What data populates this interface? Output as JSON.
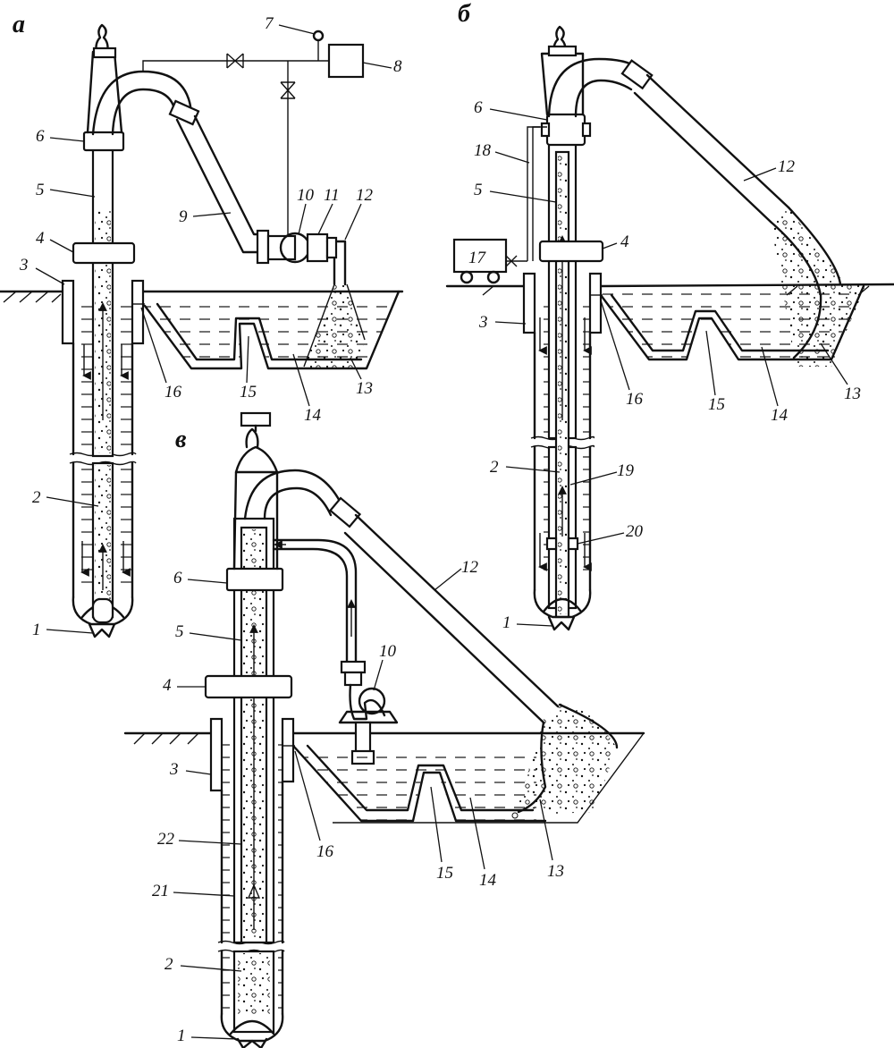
{
  "panels": {
    "a": {
      "letter": "а",
      "labels": [
        "1",
        "2",
        "3",
        "4",
        "5",
        "6",
        "7",
        "8",
        "9",
        "10",
        "11",
        "12",
        "13",
        "14",
        "15",
        "16"
      ]
    },
    "b": {
      "letter": "б",
      "labels": [
        "1",
        "2",
        "3",
        "4",
        "5",
        "6",
        "12",
        "13",
        "14",
        "15",
        "16",
        "17",
        "18",
        "19",
        "20"
      ]
    },
    "v": {
      "letter": "в",
      "labels": [
        "1",
        "2",
        "3",
        "4",
        "5",
        "6",
        "10",
        "12",
        "13",
        "14",
        "15",
        "16",
        "21",
        "22"
      ]
    }
  },
  "colors": {
    "ink": "#111111",
    "paper": "#ffffff"
  }
}
